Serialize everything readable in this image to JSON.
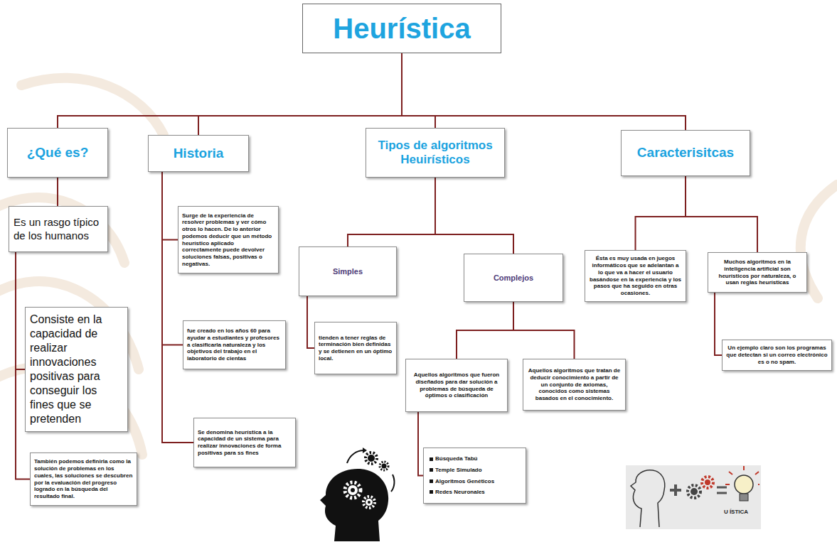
{
  "diagram": {
    "nodes": [
      {
        "text": [
          "Heurística"
        ]
      },
      {
        "text": [
          "¿Qué es?"
        ]
      },
      {
        "text": [
          "Historia"
        ]
      },
      {
        "text": [
          "Tipos de algoritmos Heuirísticos"
        ]
      },
      {
        "text": [
          "Caracterisitcas"
        ]
      },
      {
        "text": [
          "Es un rasgo típico de los humanos"
        ]
      },
      {
        "text": [
          "Consiste en la capacidad de realizar innovaciones positivas para conseguir los fines que se pretenden"
        ]
      },
      {
        "text": [
          "También podemos definirla como la solución de problemas en los cuales, las soluciones se descubren por la evaluación del progreso logrado en la búsqueda del resultado final."
        ]
      },
      {
        "text": [
          "Surge de la experiencia de resolver problemas y ver cómo otros lo hacen. De lo anterior podemos deducir que un método heurístico aplicado correctamente puede devolver soluciones falsas, positivas o negativas."
        ]
      },
      {
        "text": [
          "fue creado en los años 60 para ayudar a estudiantes y profesores a clasificarla naturaleza y los objetivos del trabajo en el laboratorio de cientas"
        ]
      },
      {
        "text": [
          "Se denomina heurística a la capacidad de un sistema para realizar innovaciones de forma positivas para ss fines"
        ]
      },
      {
        "text": [
          "Simples"
        ]
      },
      {
        "text": [
          "Complejos"
        ]
      },
      {
        "text": [
          "tienden a tener reglas de terminación bien definidas y se detienen en un óptimo local."
        ]
      },
      {
        "text": [
          "Aquellos algoritmos que fueron diseñados para dar solución a problemas de búsqueda de óptimos o clasificación"
        ]
      },
      {
        "text": [
          "Aquellos algoritmos que tratan de deducir conocimiento a partir de un conjunto de axiomas, conocidos como sistemas basados en el conocimiento."
        ]
      },
      {
        "text": [
          "Búsqueda Tabú",
          "Temple Simulado",
          "Algoritmos Genéticos",
          "Redes Neuronales"
        ]
      },
      {
        "text": [
          "Ésta es muy usada en juegos informáticos que se adelantan a lo que va a hacer el usuario basándose en la experiencia y los pasos que ha seguido en otras ocasiones."
        ]
      },
      {
        "text": [
          "Muchos algoritmos en la inteligencia artificial son heurísticos por naturaleza, o usan reglas heurísticas"
        ]
      },
      {
        "text": [
          "Un ejemplo claro son los programas que detectan si un correo electrónico es o no spam."
        ]
      }
    ],
    "edges": [
      {
        "from": 0,
        "to": 1,
        "arrow": "none"
      },
      {
        "from": 0,
        "to": 2,
        "arrow": "none"
      },
      {
        "from": 0,
        "to": 3,
        "arrow": "none"
      },
      {
        "from": 0,
        "to": 4,
        "arrow": "none"
      },
      {
        "from": 1,
        "to": 5,
        "arrow": "none"
      },
      {
        "from": 5,
        "to": 6,
        "arrow": "none"
      },
      {
        "from": 5,
        "to": 7,
        "arrow": "none"
      },
      {
        "from": 2,
        "to": 8,
        "arrow": "none"
      },
      {
        "from": 2,
        "to": 9,
        "arrow": "none"
      },
      {
        "from": 2,
        "to": 10,
        "arrow": "none"
      },
      {
        "from": 3,
        "to": 11,
        "arrow": "none"
      },
      {
        "from": 3,
        "to": 12,
        "arrow": "none"
      },
      {
        "from": 11,
        "to": 13,
        "arrow": "none"
      },
      {
        "from": 12,
        "to": 14,
        "arrow": "none"
      },
      {
        "from": 12,
        "to": 15,
        "arrow": "none"
      },
      {
        "from": 14,
        "to": 16,
        "arrow": "none"
      },
      {
        "from": 4,
        "to": 17,
        "arrow": "none"
      },
      {
        "from": 4,
        "to": 18,
        "arrow": "none"
      },
      {
        "from": 18,
        "to": 19,
        "arrow": "none"
      }
    ],
    "labels": [
      "U ÍSTICA"
    ]
  }
}
